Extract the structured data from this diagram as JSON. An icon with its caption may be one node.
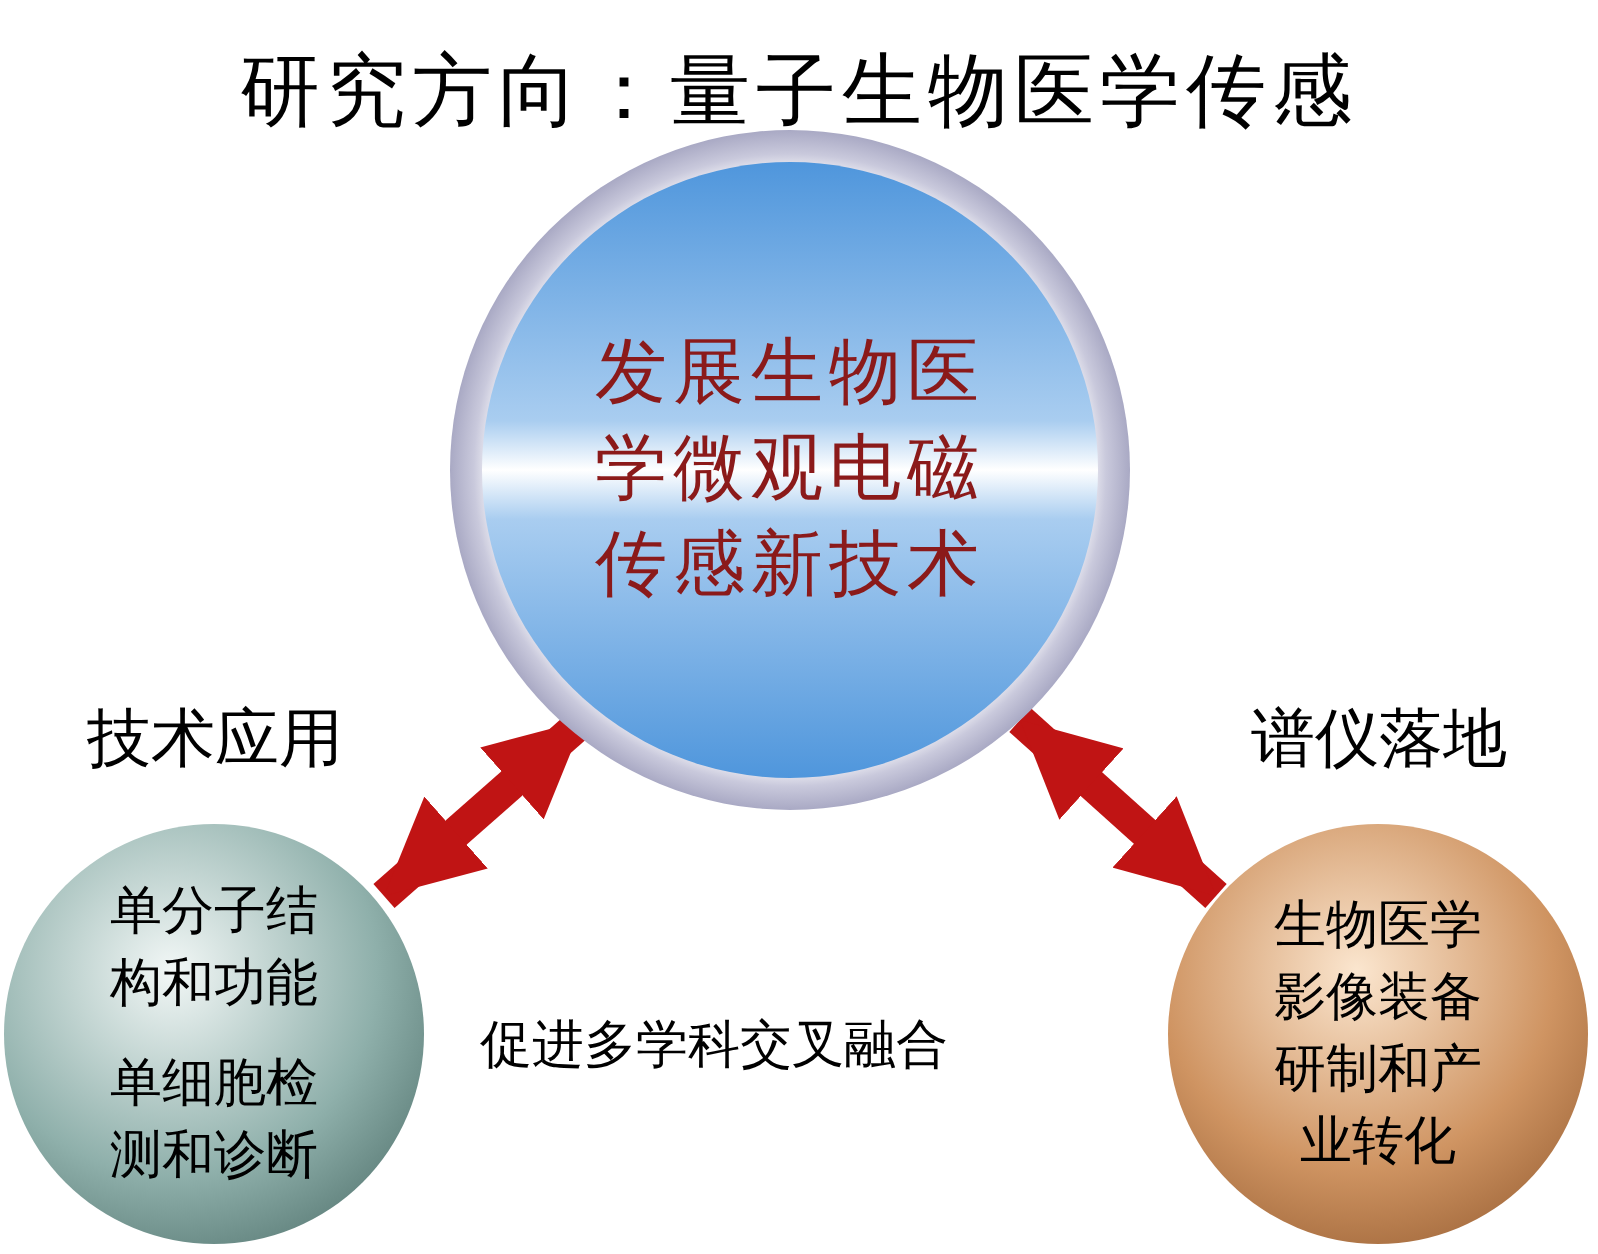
{
  "diagram": {
    "title": "研究方向：量子生物医学传感",
    "nodes": [
      {
        "text": [
          "发展生物医学微观电磁传感新技术"
        ]
      },
      {
        "text": [
          "技术应用",
          "单分子结构和功能",
          "单细胞检测和诊断"
        ]
      },
      {
        "text": [
          "谱仪落地",
          "生物医学影像装备研制和产业转化"
        ]
      }
    ],
    "edges": [
      {
        "from": 0,
        "to": 1,
        "arrow": "both"
      },
      {
        "from": 0,
        "to": 2,
        "arrow": "both"
      }
    ],
    "labels": [
      "促进多学科交叉融合"
    ]
  }
}
